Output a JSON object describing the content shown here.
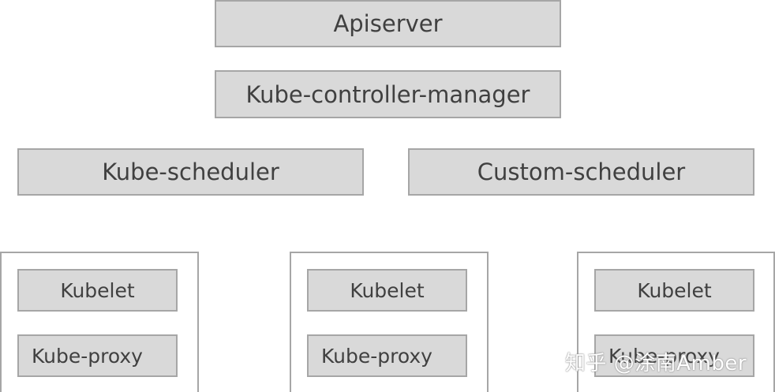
{
  "control_plane": {
    "apiserver": "Apiserver",
    "controller_manager": "Kube-controller-manager",
    "scheduler": "Kube-scheduler",
    "custom_scheduler": "Custom-scheduler"
  },
  "nodes": [
    {
      "kubelet": "Kubelet",
      "proxy": "Kube-proxy"
    },
    {
      "kubelet": "Kubelet",
      "proxy": "Kube-proxy"
    },
    {
      "kubelet": "Kubelet",
      "proxy": "Kube-proxy"
    }
  ],
  "watermark": "知乎 @涂南Amber",
  "colors": {
    "box_fill": "#d9d9d9",
    "box_border": "#a6a6a6",
    "text": "#404040"
  }
}
